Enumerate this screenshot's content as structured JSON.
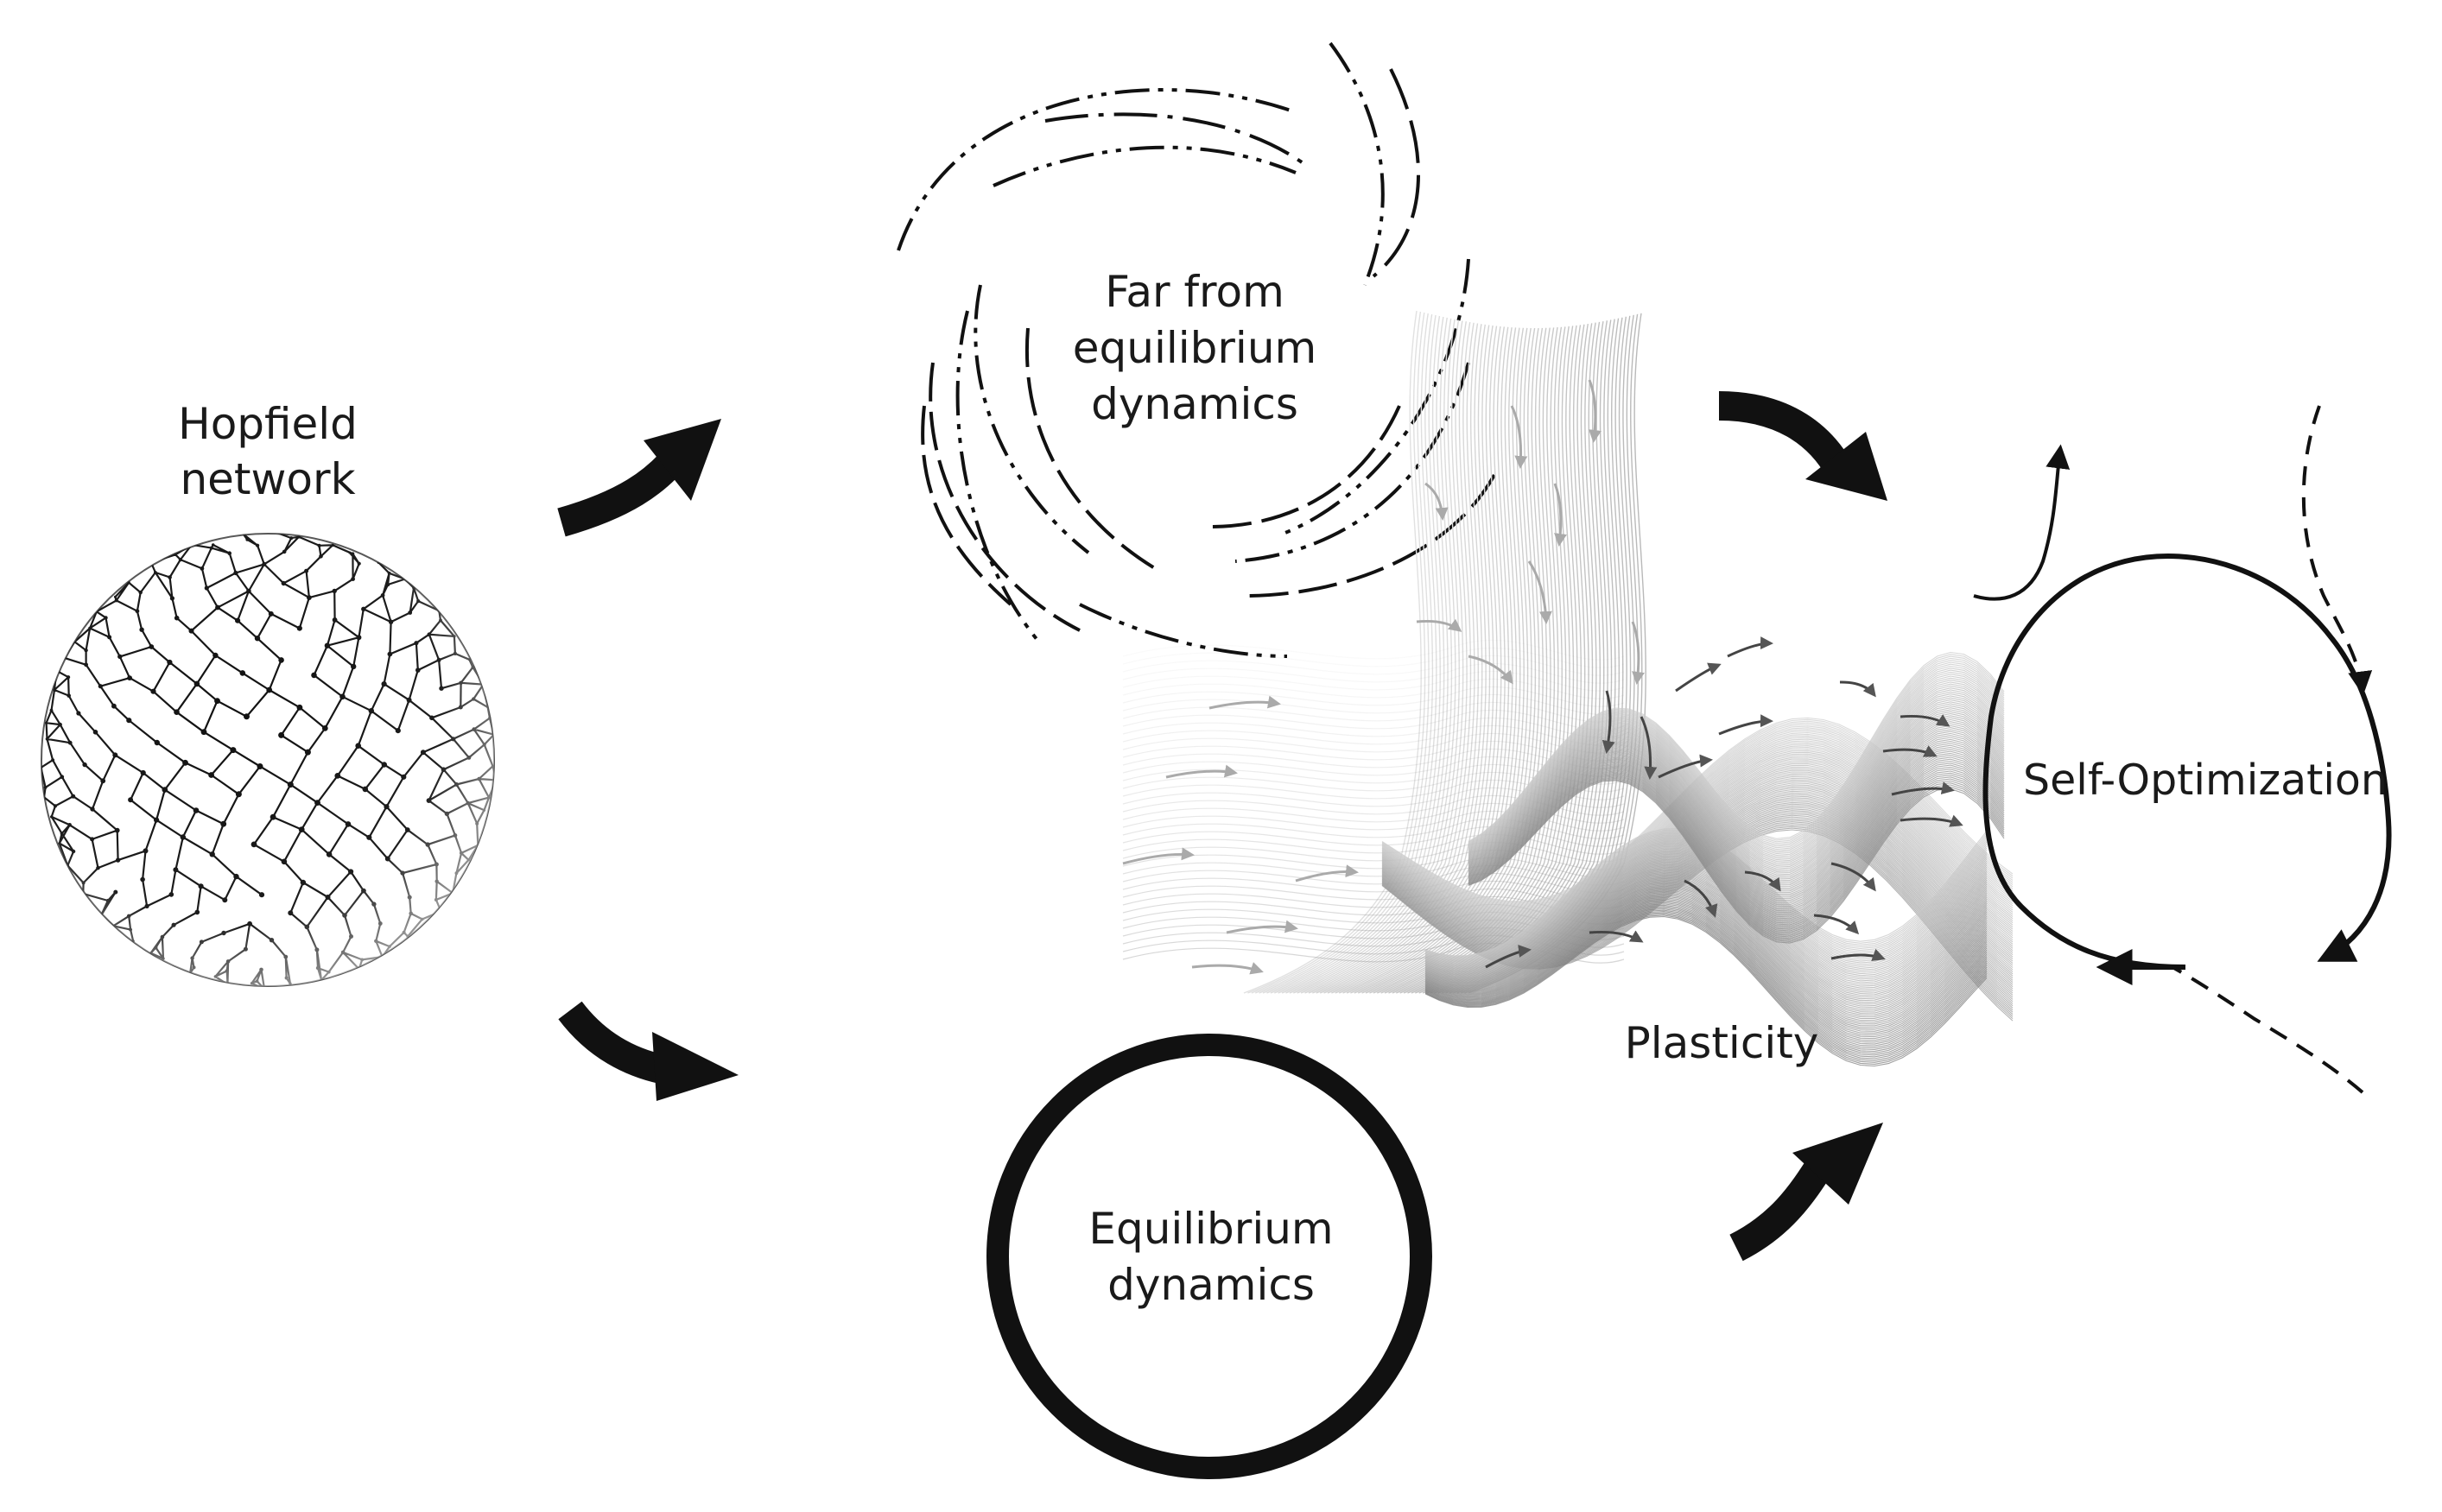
{
  "labels": {
    "hopfield_line1": "Hopfield",
    "hopfield_line2": "network",
    "far_line1": "Far from",
    "far_line2": "equilibrium",
    "far_line3": "dynamics",
    "equilibrium_line1": "Equilibrium",
    "equilibrium_line2": "dynamics",
    "plasticity": "Plasticity",
    "self_optimization": "Self-Optimization"
  },
  "colors": {
    "ink": "#111111",
    "text": "#1a1a1a",
    "surface_light": "#d6d6d6",
    "surface_dark": "#7a7a7a",
    "background": "#ffffff"
  },
  "icons": {
    "sphere": "mesh-sphere-icon",
    "vortex": "spiral-vortex-icon",
    "surface": "wavy-surface-icon",
    "attractor": "limit-cycle-icon"
  }
}
